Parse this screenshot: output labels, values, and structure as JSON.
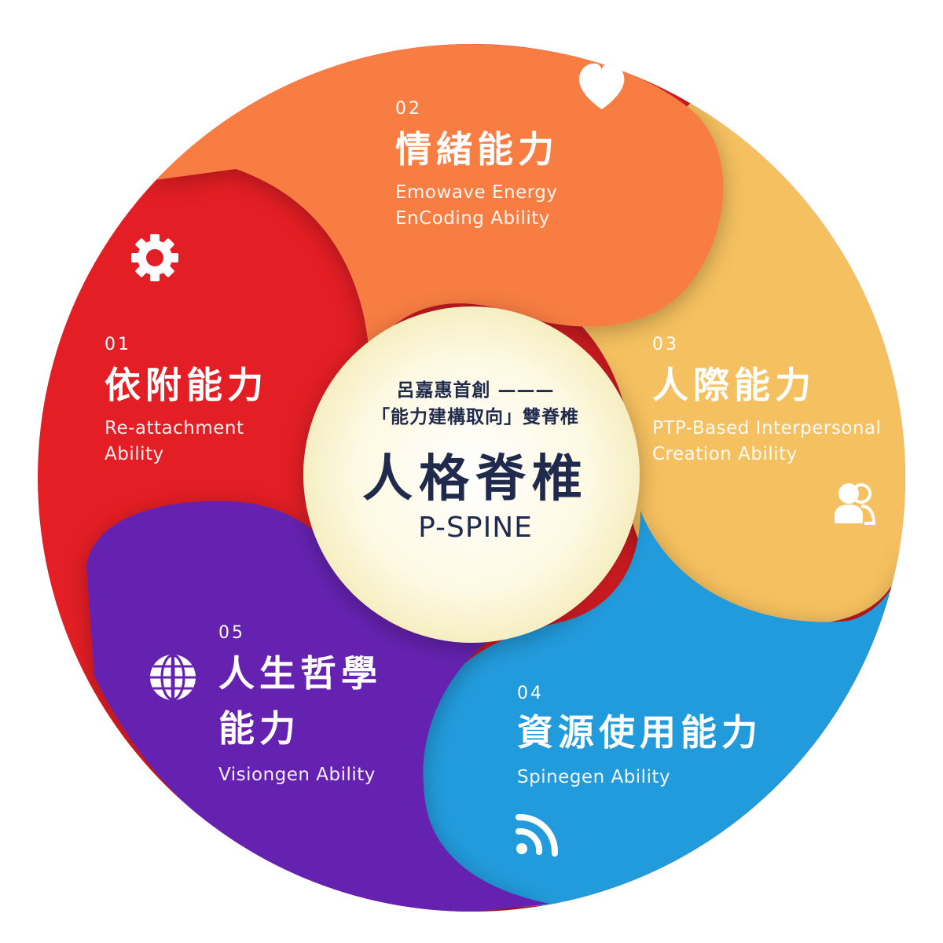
{
  "colors": {
    "s1": "#e31e24",
    "s2": "#f77d43",
    "s3": "#f5c05e",
    "s4": "#229bdc",
    "s5": "#6522b0",
    "center_text": "#1f2a4d"
  },
  "center": {
    "line1": "呂嘉惠首創 ———",
    "line2": "「能力建構取向」雙脊椎",
    "title": "人格脊椎",
    "english": "P-SPINE"
  },
  "segments": [
    {
      "number": "01",
      "zh": "依附能力",
      "en_lines": [
        "Re-attachment",
        "Ability"
      ],
      "icon": "gear-icon"
    },
    {
      "number": "02",
      "zh": "情緒能力",
      "en_lines": [
        "Emowave Energy",
        "EnCoding Ability"
      ],
      "icon": "heart-icon"
    },
    {
      "number": "03",
      "zh": "人際能力",
      "en_lines": [
        "PTP-Based Interpersonal",
        "Creation Ability"
      ],
      "icon": "users-icon"
    },
    {
      "number": "04",
      "zh": "資源使用能力",
      "en_lines": [
        "Spinegen Ability"
      ],
      "icon": "rss-icon"
    },
    {
      "number": "05",
      "zh_lines": [
        "人生哲學",
        "能力"
      ],
      "en_lines": [
        "Visiongen Ability"
      ],
      "icon": "globe-icon"
    }
  ]
}
